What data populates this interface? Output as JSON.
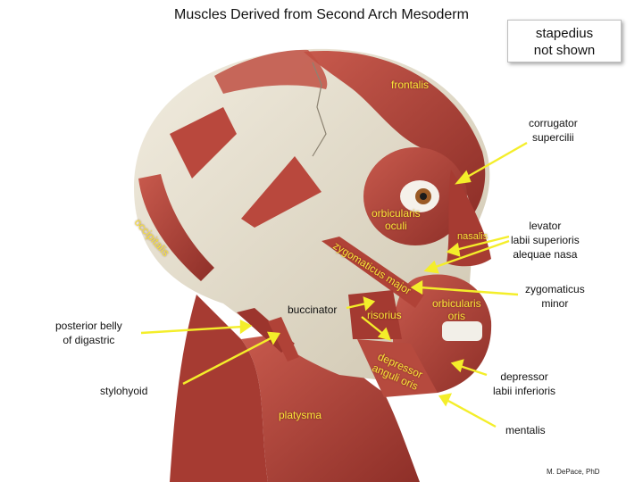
{
  "title": "Muscles Derived from Second Arch Mesoderm",
  "note": [
    "stapedius",
    "not shown"
  ],
  "labels": {
    "corrugator": [
      "corrugator",
      "supercilii"
    ],
    "levator": [
      "levator",
      "labii superioris",
      "alequae nasa"
    ],
    "zygomaticus_minor": [
      "zygomaticus",
      "minor"
    ],
    "depressor_labii": [
      "depressor",
      "labii inferioris"
    ],
    "mentalis": "mentalis",
    "buccinator": "buccinator",
    "posterior_digastric": [
      "posterior belly",
      "of digastric"
    ],
    "stylohyoid": "stylohyoid"
  },
  "inline_labels": {
    "frontalis": "frontalis",
    "occipitalis": "occipitalis",
    "orbicularis_oculi": [
      "orbicularis",
      "oculi"
    ],
    "nasalis": "nasalis",
    "zygomaticus_major": "zygomaticus major",
    "orbicularis_oris": [
      "orbicularis",
      "oris"
    ],
    "risorius": "risorius",
    "depressor_anguli": [
      "depressor",
      "anguli oris"
    ],
    "platysma": "platysma"
  },
  "credit": "M. DePace, PhD",
  "colors": {
    "arrow": "#f4ee2a",
    "inline_label": "#f7e63a",
    "muscle": "#b5473c",
    "muscle_dark": "#8e2f28",
    "bone": "#e8e1cf"
  }
}
